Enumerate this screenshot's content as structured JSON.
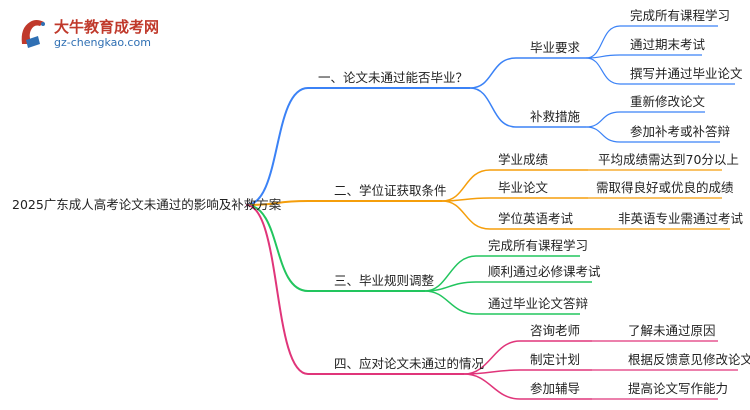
{
  "logo": {
    "title": "大牛教育成考网",
    "url": "gz-chengkao.com"
  },
  "mindmap": {
    "root": "2025广东成人高考论文未通过的影响及补救方案",
    "branches": [
      {
        "label": "一、论文未通过能否毕业？",
        "color": "#3b82f6",
        "children": [
          {
            "label": "毕业要求",
            "children": [
              "完成所有课程学习",
              "通过期末考试",
              "撰写并通过毕业论文"
            ]
          },
          {
            "label": "补救措施",
            "children": [
              "重新修改论文",
              "参加补考或补答辩"
            ]
          }
        ]
      },
      {
        "label": "二、学位证获取条件",
        "color": "#f59e0b",
        "children": [
          {
            "label": "学业成绩",
            "children": [
              "平均成绩需达到70分以上"
            ]
          },
          {
            "label": "毕业论文",
            "children": [
              "需取得良好或优良的成绩"
            ]
          },
          {
            "label": "学位英语考试",
            "children": [
              "非英语专业需通过考试"
            ]
          }
        ]
      },
      {
        "label": "三、毕业规则调整",
        "color": "#22c55e",
        "children": [
          {
            "label": "完成所有课程学习",
            "children": []
          },
          {
            "label": "顺利通过必修课考试",
            "children": []
          },
          {
            "label": "通过毕业论文答辩",
            "children": []
          }
        ]
      },
      {
        "label": "四、应对论文未通过的情况",
        "color": "#e0357a",
        "children": [
          {
            "label": "咨询老师",
            "children": [
              "了解未通过原因"
            ]
          },
          {
            "label": "制定计划",
            "children": [
              "根据反馈意见修改论文"
            ]
          },
          {
            "label": "参加辅导",
            "children": [
              "提高论文写作能力"
            ]
          }
        ]
      }
    ]
  }
}
